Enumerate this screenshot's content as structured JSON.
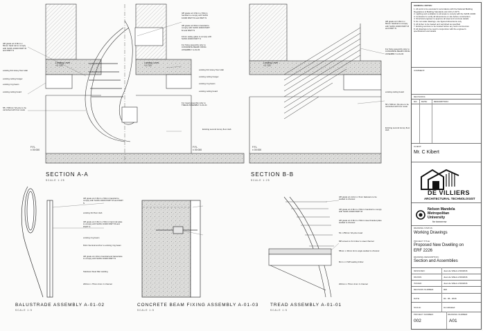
{
  "sections": {
    "aa": {
      "title": "SECTION  A-A",
      "scale": "SCALE 1:25"
    },
    "bb": {
      "title": "SECTION  B-B",
      "scale": "SCALE 1:25"
    }
  },
  "details": {
    "balustrade": {
      "title": "BALUSTRADE  ASSEMBLY  A-01-02",
      "scale": "SCALE 1:5"
    },
    "beam": {
      "title": "CONCRETE  BEAM  FIXING  ASSEMBLY  A-01-03",
      "scale": "SCALE 1:5"
    },
    "tread": {
      "title": "TREAD  ASSEMBLY  A-01-01",
      "scale": "SCALE 1:5"
    }
  },
  "levels": {
    "landing": "Landing Level",
    "landing_val": "+2 720",
    "ffl": "F.F.L",
    "ffl_val": "± 00 000"
  },
  "annotations": {
    "aa_left": [
      "3/8 grade s/s 3.8mm x 50mm hand rail to comply with SANS 10400 PART M and PART N",
      "existing 3rd storey floor slab",
      "existing ceiling hanger",
      "existing ring beam",
      "existing ceiling board",
      "58 x 500mm SA pine to be varnished with four coats"
    ],
    "aa_right": [
      "3/8 grade s/s 3.8mm x 50mm handrail to comply with SANS 10400 PART M and PART N",
      "3/8 grade s/s 50mm handrail to comply with SANS 10400 PART M and PART N",
      "10mm safety glass to comply with SANS 10400 PART N",
      "For fixing assembly refer to CONCRETE BEAM FIXING ASSEMBLY A-01-03",
      "For tread assembly refer to TREAD ASSEMBLY A-01-01",
      "existing 3rd storey floor slab",
      "existing ceiling hanger",
      "existing ring beam",
      "existing ceiling board",
      "Existing second storey floor slab"
    ],
    "bb_right": [
      "3/8 grade s/s 3.8mm x 50mm handrail to comply with SANS 10400 PART M and PART N",
      "For fixing assembly refer to CONCRETE BEAM FIXING ASSEMBLY A-01-03",
      "existing ceiling board",
      "58 x 500mm SA pine to be varnished with four coats",
      "Existing second storey floor slab"
    ],
    "beam": [
      "3/8 grade s/s 3.8mm x 50mm handrail to comply with SANS 10400 PART M and PART N",
      "existing 3rd floor slab",
      "3/8 grade s/s 3.8mm x 50mm hand rail plate to comply with SANS 10400 PART M and PART N",
      "existing ring beam",
      "M12 chemical anchor to existing ring beam",
      "3/8 grade s/s 10mm handrail and balustrade to comply with SANS 10400 PART N",
      "Stainless Steel fillet welding",
      "200mm x 75mm 4mm C channel"
    ],
    "tread": [
      "3/8 grade s/s 12mm x 5mm balusters to be welded to channel",
      "3/8 grade s/s 3.8mm x 50mm handrail to comply with SANS 10400 PART M",
      "3/8 grade s/s 3.8mm x 50mm steel bracket plate welded to channel",
      "52 x 250mm SA pine tread",
      "M8 screws to fix timber to steel channel",
      "58mm x 40mm 4mm angle welded to channel",
      "8mm x 4 Stiff sealing timber",
      "200mm x 75mm 4mm C channel"
    ]
  },
  "title_block": {
    "general_notes_title": "GENERAL NOTES:",
    "notes": [
      "1. All work to be executed in accordance with the National Building Regulations & Building Standards (Act 103 of 1977)",
      "2. Lighting and ventilation to all areas to comply with the SANS 10400",
      "3. Contractor to verify all dimensions on site before construction",
      "4. Structural engineer to approve all steel and concrete details",
      "5. Do not scale drawings, use figured dimensions only",
      "6. All timber to be treated and varnished as specified",
      "7. Existing services to be located before any work commences",
      "8. All drawings to be read in conjunction with the engineer's specifications and details"
    ],
    "comment_label": "COMMENT:",
    "revisions_label": "REVISIONS:",
    "rev_cols": [
      "NO.",
      "DATE:",
      "DESCRIPTION:"
    ],
    "client_label": "CLIENT:",
    "client": "Mr. C Kibert",
    "firm": "DE VILLIERS",
    "firm_sub": "ARCHITECTURAL TECHNOLOGIST",
    "uni1": "Nelson Mandela",
    "uni2": "Metropolitan",
    "uni3": "University",
    "uni_tag": "for tomorrow",
    "status_label": "DRAWING STATUS:",
    "status": "Working Drawings",
    "project_label": "PROJECT TITLE:",
    "project_1": "Proposed New Dwelling on",
    "project_2": "ERF 2226",
    "desc_label": "DRAWING DESCRIPTION:",
    "desc": "Section and Assemblies",
    "designed_label": "DESIGNED:",
    "drawn_label": "DRAWN:",
    "issued_label": "ISSUED:",
    "designed": "Juan de Villiers   2/19/2016",
    "drawn": "Juan de Villiers   2/19/2016",
    "issued": "Juan de Villiers   2/19/2016",
    "rev_no_label": "REVISION NUMBER:",
    "rev_no": "002",
    "date_label": "DATE:",
    "date": "02 - 06 - 2016",
    "scale_label": "SCALE:",
    "scale": "As indicated",
    "project_no_label": "PROJECT NUMBER:",
    "drawing_no_label": "DRAWING NUMBER:",
    "project_no": "002",
    "drawing_no": "A01"
  }
}
